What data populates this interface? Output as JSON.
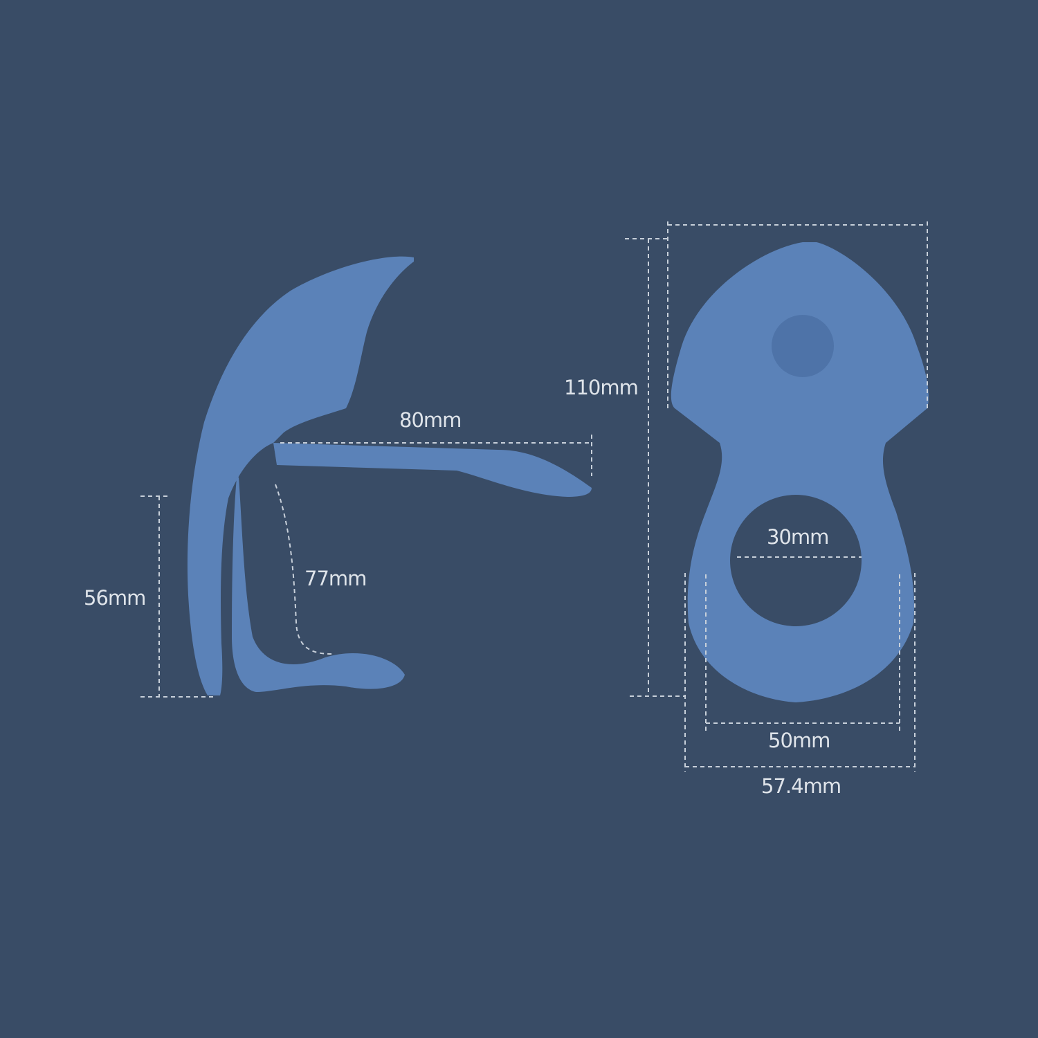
{
  "background_color": "#394c66",
  "product_color": "#5b82b8",
  "dimension_line_color": "#c8d0da",
  "side_view": {
    "labels": {
      "stem_length": "80mm",
      "leg_curve": "77mm",
      "ring_height": "56mm"
    }
  },
  "front_view": {
    "labels": {
      "total_height": "110mm",
      "inner_ring": "30mm",
      "outer_ring_inner": "50mm",
      "total_width": "57.4mm"
    }
  }
}
